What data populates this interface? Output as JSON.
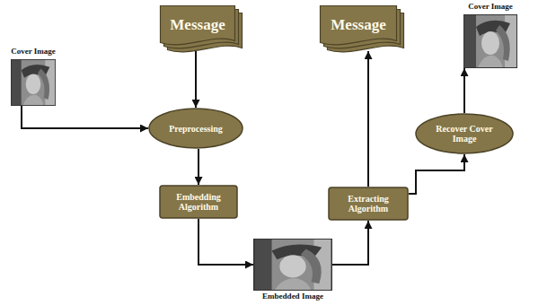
{
  "diagram": {
    "nodes": [
      {
        "text": [
          "Cover Image"
        ]
      },
      {
        "text": [
          "Message"
        ]
      },
      {
        "text": [
          "Preprocessing"
        ]
      },
      {
        "text": [
          "Embedding Algorithm"
        ]
      },
      {
        "text": [
          "Embedded Image"
        ]
      },
      {
        "text": [
          "Extracting Algorithm"
        ]
      },
      {
        "text": [
          "Message"
        ]
      },
      {
        "text": [
          "Recover Cover Image"
        ]
      },
      {
        "text": [
          "Cover Image"
        ]
      }
    ],
    "edges": [
      {
        "from": 0,
        "to": 2,
        "arrow": "to"
      },
      {
        "from": 1,
        "to": 2,
        "arrow": "to"
      },
      {
        "from": 2,
        "to": 3,
        "arrow": "to"
      },
      {
        "from": 3,
        "to": 4,
        "arrow": "to"
      },
      {
        "from": 4,
        "to": 5,
        "arrow": "to"
      },
      {
        "from": 5,
        "to": 6,
        "arrow": "to"
      },
      {
        "from": 5,
        "to": 7,
        "arrow": "to"
      },
      {
        "from": 7,
        "to": 8,
        "arrow": "to"
      }
    ]
  }
}
